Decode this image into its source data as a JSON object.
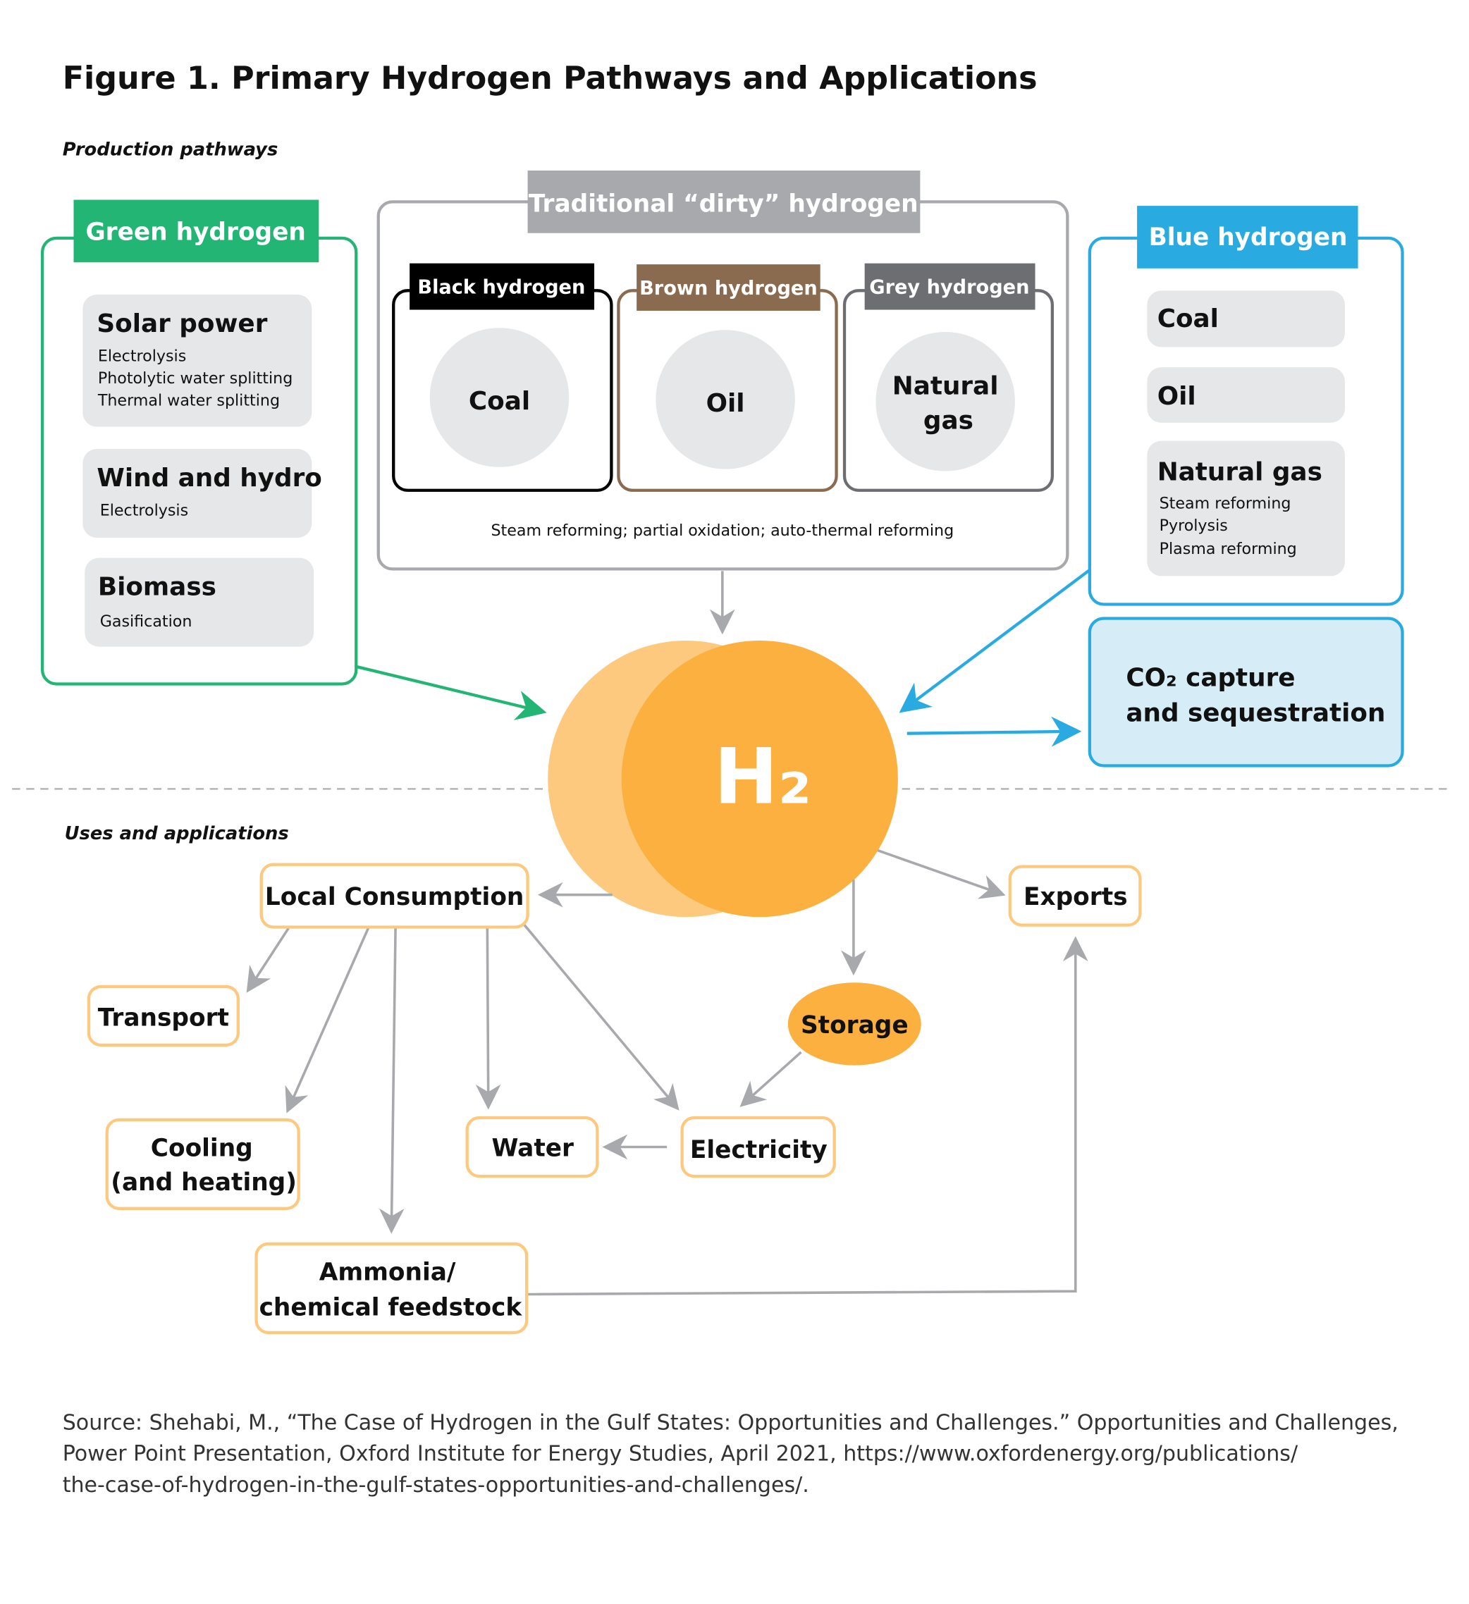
{
  "title": "Figure 1. Primary Hydrogen Pathways and Applications",
  "production_label": "Production pathways",
  "uses_label": "Uses and applications",
  "colors": {
    "green": "#22b573",
    "blue": "#29abe2",
    "orange": "#fbb040",
    "light_orange": "#fcc97e",
    "gray": "#a7a9ac",
    "box": "#e6e7e8",
    "brown": "#8b6b4f",
    "grey_header": "#6d6e71",
    "co2_fill": "#d6edf8"
  },
  "green": {
    "header": "Green hydrogen",
    "items": [
      {
        "name": "Solar power",
        "details": [
          "Electrolysis",
          "Photolytic water splitting",
          "Thermal water splitting"
        ]
      },
      {
        "name": "Wind and hydro",
        "details": [
          "Electrolysis"
        ]
      },
      {
        "name": "Biomass",
        "details": [
          "Gasification"
        ]
      }
    ]
  },
  "traditional": {
    "header": "Traditional “dirty” hydrogen",
    "types": [
      {
        "header": "Black hydrogen",
        "source": [
          "Coal"
        ]
      },
      {
        "header": "Brown hydrogen",
        "source": [
          "Oil"
        ]
      },
      {
        "header": "Grey hydrogen",
        "source": [
          "Natural",
          "gas"
        ]
      }
    ],
    "methods": "Steam reforming; partial oxidation; auto-thermal reforming"
  },
  "blue": {
    "header": "Blue hydrogen",
    "items": [
      {
        "name": "Coal",
        "details": []
      },
      {
        "name": "Oil",
        "details": []
      },
      {
        "name": "Natural gas",
        "details": [
          "Steam reforming",
          "Pyrolysis",
          "Plasma reforming"
        ]
      }
    ]
  },
  "co2": {
    "lines": [
      "CO₂ capture",
      "and sequestration"
    ]
  },
  "h2": "H₂",
  "uses": {
    "local": "Local Consumption",
    "exports": "Exports",
    "transport": "Transport",
    "storage": "Storage",
    "cooling": [
      "Cooling",
      "(and heating)"
    ],
    "water": "Water",
    "electricity": "Electricity",
    "ammonia": [
      "Ammonia/",
      "chemical feedstock"
    ]
  },
  "source": [
    "Source: Shehabi, M., “The Case of Hydrogen in the Gulf States: Opportunities and Challenges.” Opportunities and Challenges,",
    "Power Point Presentation, Oxford Institute for Energy Studies, April 2021, https://www.oxfordenergy.org/publications/",
    "the-case-of-hydrogen-in-the-gulf-states-opportunities-and-challenges/."
  ]
}
